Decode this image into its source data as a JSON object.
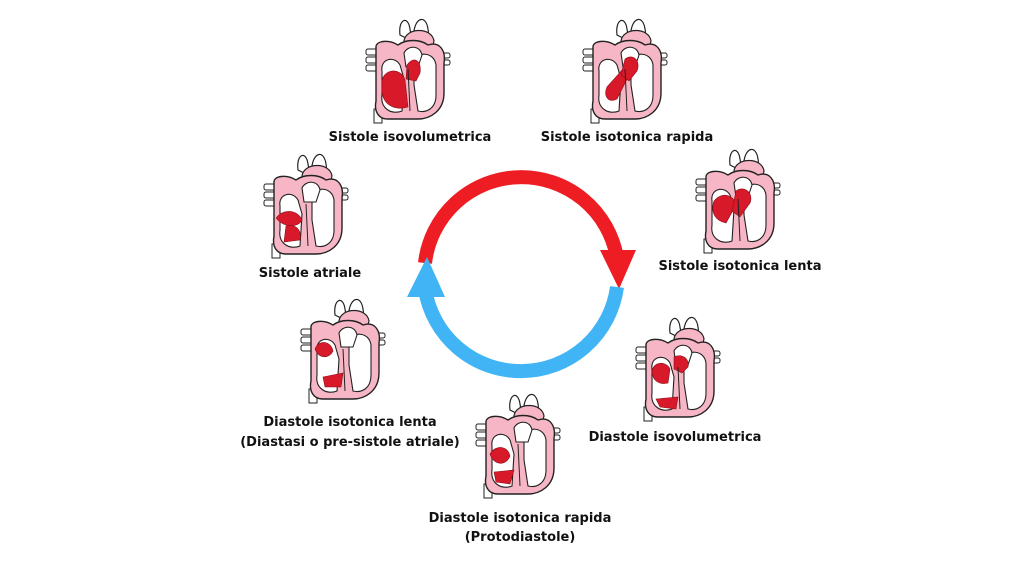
{
  "colors": {
    "systole_arrow": "#ee1c23",
    "diastole_arrow": "#40b4f4",
    "heart_pink": "#f7b6c5",
    "heart_outline": "#222222",
    "blood_red": "#d8192a"
  },
  "phases": [
    {
      "id": "sistole-isovolumetrica",
      "lines": [
        "Sistole isovolumetrica"
      ],
      "icon": "heart-icon"
    },
    {
      "id": "sistole-isotonica-rapida",
      "lines": [
        "Sistole isotonica rapida"
      ],
      "icon": "heart-icon"
    },
    {
      "id": "sistole-isotonica-lenta",
      "lines": [
        "Sistole isotonica lenta"
      ],
      "icon": "heart-icon"
    },
    {
      "id": "diastole-isovolumetrica",
      "lines": [
        "Diastole isovolumetrica"
      ],
      "icon": "heart-icon"
    },
    {
      "id": "diastole-isotonica-rapida",
      "lines": [
        "Diastole isotonica rapida",
        "(Protodiastole)"
      ],
      "icon": "heart-icon"
    },
    {
      "id": "diastole-isotonica-lenta",
      "lines": [
        "Diastole isotonica lenta",
        "(Diastasi o pre-sistole atriale)"
      ],
      "icon": "heart-icon"
    },
    {
      "id": "sistole-atriale",
      "lines": [
        "Sistole atriale"
      ],
      "icon": "heart-icon"
    }
  ]
}
